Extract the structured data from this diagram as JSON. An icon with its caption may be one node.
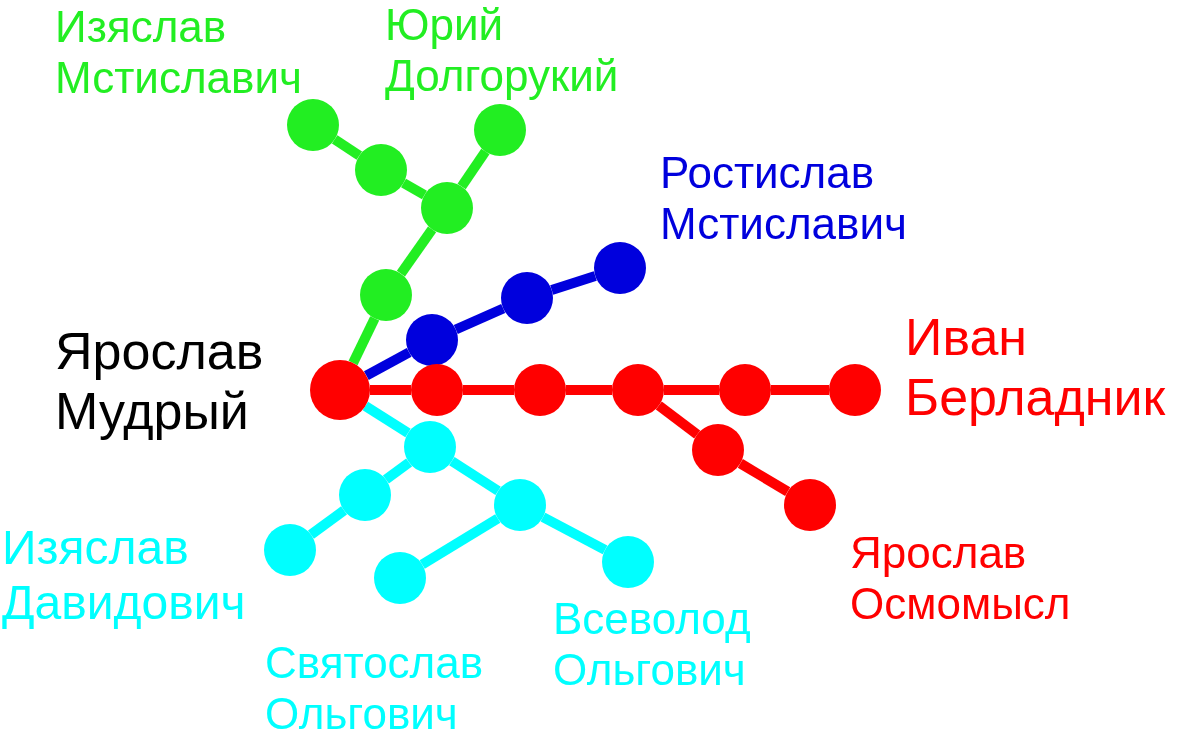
{
  "diagram": {
    "nodes": [
      {
        "text": [],
        "shape": "circle",
        "beside": [
          "Ярослав Мудрый"
        ]
      },
      {
        "text": [],
        "shape": "circle"
      },
      {
        "text": [],
        "shape": "circle"
      },
      {
        "text": [],
        "shape": "circle"
      },
      {
        "text": [],
        "shape": "circle",
        "beside": [
          "Изяслав Мстиславич"
        ]
      },
      {
        "text": [],
        "shape": "circle",
        "beside": [
          "Юрий Долгорукий"
        ]
      },
      {
        "text": [],
        "shape": "circle"
      },
      {
        "text": [],
        "shape": "circle"
      },
      {
        "text": [],
        "shape": "circle",
        "beside": [
          "Ростислав Мстиславич"
        ]
      },
      {
        "text": [],
        "shape": "circle"
      },
      {
        "text": [],
        "shape": "circle"
      },
      {
        "text": [],
        "shape": "circle"
      },
      {
        "text": [],
        "shape": "circle"
      },
      {
        "text": [],
        "shape": "circle",
        "beside": [
          "Иван Берладник"
        ]
      },
      {
        "text": [],
        "shape": "circle"
      },
      {
        "text": [],
        "shape": "circle",
        "beside": [
          "Ярослав Осмомысл"
        ]
      },
      {
        "text": [],
        "shape": "circle"
      },
      {
        "text": [],
        "shape": "circle"
      },
      {
        "text": [],
        "shape": "circle",
        "beside": [
          "Изяслав Давидович"
        ]
      },
      {
        "text": [],
        "shape": "circle"
      },
      {
        "text": [],
        "shape": "circle",
        "beside": [
          "Святослав Ольгович"
        ]
      },
      {
        "text": [],
        "shape": "circle",
        "beside": [
          "Всеволод Ольгович"
        ]
      }
    ],
    "edges": [
      {
        "from": 0,
        "to": 1,
        "arrow": "none",
        "color": "#22ee22"
      },
      {
        "from": 1,
        "to": 2,
        "arrow": "none",
        "color": "#22ee22"
      },
      {
        "from": 2,
        "to": 3,
        "arrow": "none",
        "color": "#22ee22"
      },
      {
        "from": 3,
        "to": 4,
        "arrow": "none",
        "color": "#22ee22"
      },
      {
        "from": 2,
        "to": 5,
        "arrow": "none",
        "color": "#22ee22"
      },
      {
        "from": 0,
        "to": 6,
        "arrow": "none",
        "color": "#0000dd"
      },
      {
        "from": 6,
        "to": 7,
        "arrow": "none",
        "color": "#0000dd"
      },
      {
        "from": 7,
        "to": 8,
        "arrow": "none",
        "color": "#0000dd"
      },
      {
        "from": 0,
        "to": 9,
        "arrow": "none"
      },
      {
        "from": 9,
        "to": 10,
        "arrow": "none"
      },
      {
        "from": 10,
        "to": 11,
        "arrow": "none"
      },
      {
        "from": 11,
        "to": 12,
        "arrow": "none"
      },
      {
        "from": 12,
        "to": 13,
        "arrow": "none"
      },
      {
        "from": 11,
        "to": 14,
        "arrow": "none"
      },
      {
        "from": 14,
        "to": 15,
        "arrow": "none"
      },
      {
        "from": 0,
        "to": 16,
        "arrow": "none",
        "color": "#00ffff"
      },
      {
        "from": 16,
        "to": 17,
        "arrow": "none",
        "color": "#00ffff"
      },
      {
        "from": 17,
        "to": 18,
        "arrow": "none",
        "color": "#00ffff"
      },
      {
        "from": 16,
        "to": 19,
        "arrow": "none",
        "color": "#00ffff"
      },
      {
        "from": 19,
        "to": 20,
        "arrow": "none",
        "color": "#00ffff"
      },
      {
        "from": 19,
        "to": 21,
        "arrow": "none",
        "color": "#00ffff"
      }
    ]
  }
}
